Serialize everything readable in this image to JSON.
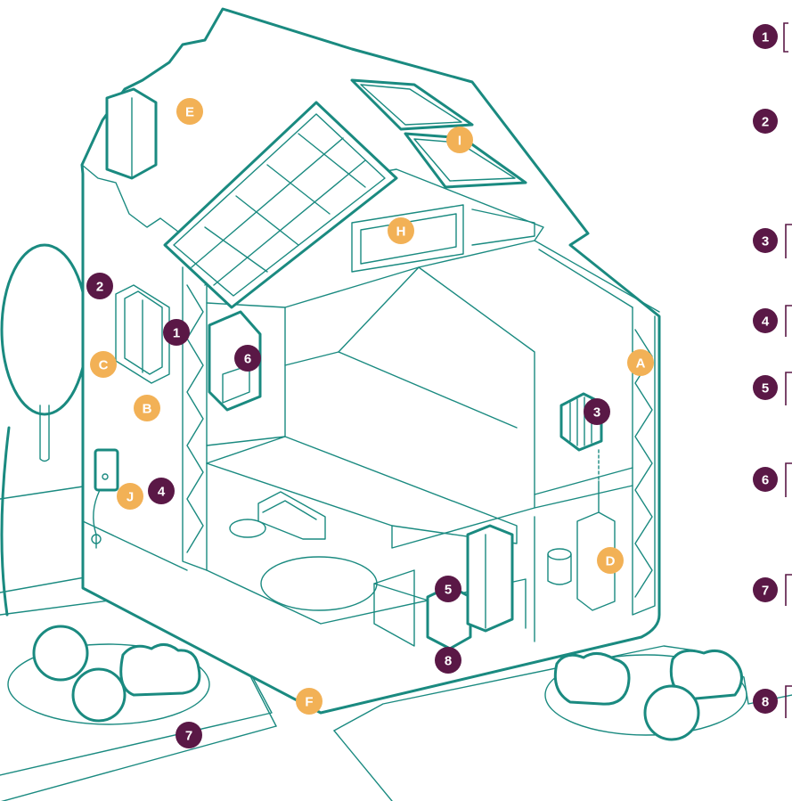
{
  "colors": {
    "line": "#1a8a80",
    "numbered_badge": "#5a1846",
    "lettered_badge": "#f2b156",
    "badge_text": "#ffffff"
  },
  "numbered_markers": {
    "m1": "1",
    "m2": "2",
    "m3": "3",
    "m4": "4",
    "m5": "5",
    "m6": "6",
    "m7": "7",
    "m8": "8"
  },
  "lettered_markers": {
    "A": "A",
    "B": "B",
    "C": "C",
    "D": "D",
    "E": "E",
    "F": "F",
    "H": "H",
    "I": "I",
    "J": "J"
  },
  "legend": [
    "1",
    "2",
    "3",
    "4",
    "5",
    "6",
    "7",
    "8"
  ]
}
